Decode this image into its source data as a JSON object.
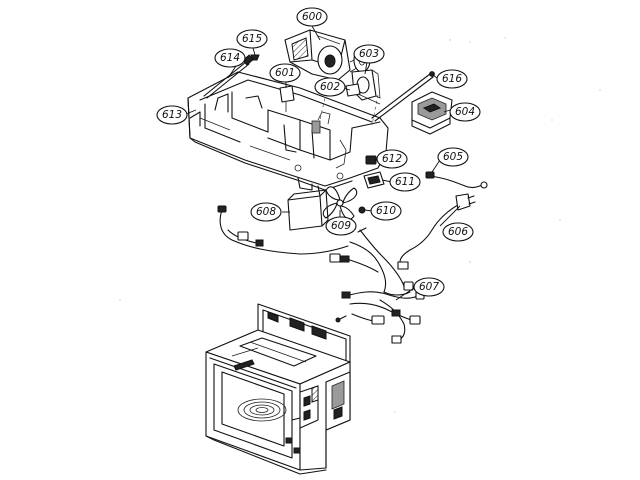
{
  "parts": [
    {
      "id": "part-600",
      "label": "600"
    },
    {
      "id": "part-601",
      "label": "601"
    },
    {
      "id": "part-602",
      "label": "602"
    },
    {
      "id": "part-603",
      "label": "603"
    },
    {
      "id": "part-604",
      "label": "604"
    },
    {
      "id": "part-605",
      "label": "605"
    },
    {
      "id": "part-606",
      "label": "606"
    },
    {
      "id": "part-607",
      "label": "607"
    },
    {
      "id": "part-608",
      "label": "608"
    },
    {
      "id": "part-609",
      "label": "609"
    },
    {
      "id": "part-610",
      "label": "610"
    },
    {
      "id": "part-611",
      "label": "611"
    },
    {
      "id": "part-612",
      "label": "612"
    },
    {
      "id": "part-613",
      "label": "613"
    },
    {
      "id": "part-614",
      "label": "614"
    },
    {
      "id": "part-615",
      "label": "615"
    },
    {
      "id": "part-616",
      "label": "616"
    }
  ]
}
